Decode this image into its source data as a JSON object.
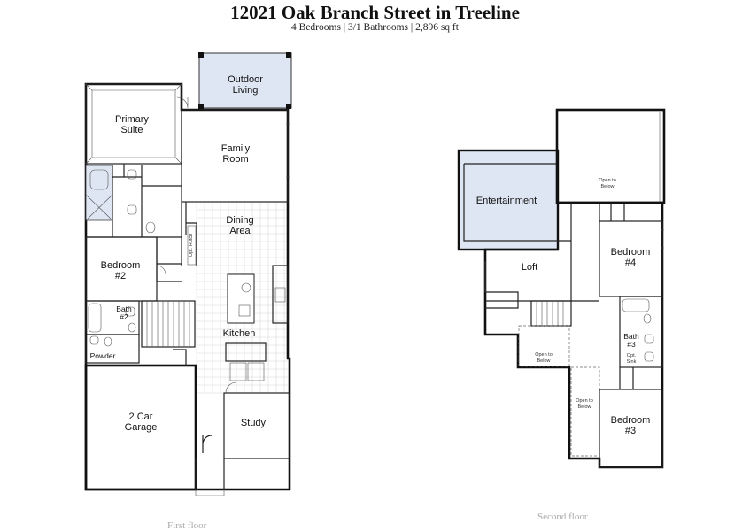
{
  "header": {
    "title": "12021 Oak Branch Street in Treeline",
    "subtitle": "4 Bedrooms | 3/1 Bathrooms | 2,896 sq ft"
  },
  "first_floor": {
    "caption": "First floor",
    "rooms": {
      "outdoor_line1": "Outdoor",
      "outdoor_line2": "Living",
      "primary_line1": "Primary",
      "primary_line2": "Suite",
      "family_line1": "Family",
      "family_line2": "Room",
      "dining_line1": "Dining",
      "dining_line2": "Area",
      "opt_hutch": "Opt. Hutch",
      "bedroom2_line1": "Bedroom",
      "bedroom2_line2": "#2",
      "bath2_line1": "Bath",
      "bath2_line2": "#2",
      "kitchen": "Kitchen",
      "powder": "Powder",
      "garage_line1": "2 Car",
      "garage_line2": "Garage",
      "study": "Study"
    }
  },
  "second_floor": {
    "caption": "Second floor",
    "rooms": {
      "entertainment": "Entertainment",
      "open_below_top_line1": "Open to",
      "open_below_top_line2": "Below",
      "loft": "Loft",
      "bedroom4_line1": "Bedroom",
      "bedroom4_line2": "#4",
      "open_below_stair_line1": "Open to",
      "open_below_stair_line2": "Below",
      "bath3_line1": "Bath",
      "bath3_line2": "#3",
      "opt_sink_line1": "Opt.",
      "opt_sink_line2": "Sink",
      "open_below_side_line1": "Open to",
      "open_below_side_line2": "Below",
      "bedroom3_line1": "Bedroom",
      "bedroom3_line2": "#3"
    }
  },
  "colors": {
    "highlight_fill": "#dde6f2",
    "wall": "#111111",
    "caption": "#aaaaaa"
  }
}
